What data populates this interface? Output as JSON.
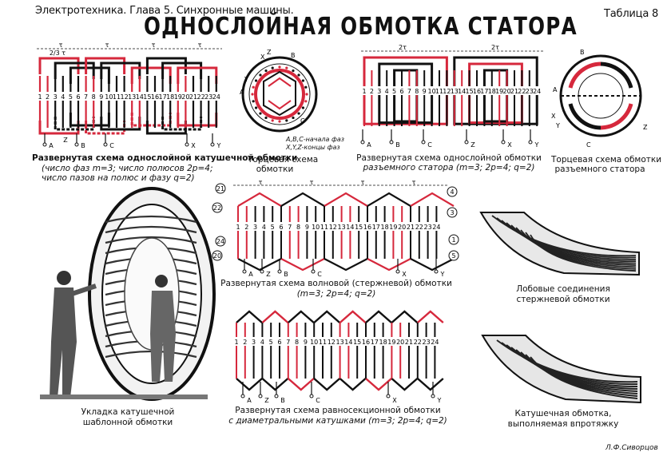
{
  "header": {
    "left": "Электротехника. Глава 5. Синхронные машины.",
    "right": "Таблица 8",
    "title": "ОДНОСЛОЙНАЯ ОБМОТКА СТАТОРА"
  },
  "fig1": {
    "caption_lines": [
      "Развернутая схема однослойной катушечной обмотки",
      "(число фаз m=3; число полюсов 2p=4;",
      "число пазов на полюс и фазу q=2)"
    ],
    "slots": [
      "1",
      "2",
      "3",
      "4",
      "5",
      "6",
      "7",
      "8",
      "9",
      "10",
      "11",
      "12",
      "13",
      "14",
      "15",
      "16",
      "17",
      "18",
      "19",
      "20",
      "21",
      "22",
      "23",
      "24"
    ],
    "terminals": [
      "A",
      "B",
      "C",
      "X",
      "Y"
    ],
    "z_label": "Z",
    "tau": "τ",
    "pitch_note": "2/3 τ"
  },
  "fig2": {
    "caption_lines": [
      "Торцевая схема",
      "обмотки"
    ],
    "labels": [
      "A",
      "B",
      "C",
      "X",
      "Y",
      "Z"
    ],
    "legend_lines": [
      "A,B,C-начала фаз",
      "X,Y,Z-концы фаз"
    ]
  },
  "fig3": {
    "caption_lines": [
      "Развернутая схема однослойной обмотки",
      "разъемного статора (m=3; 2p=4; q=2)"
    ],
    "slots": [
      "1",
      "2",
      "3",
      "4",
      "5",
      "6",
      "7",
      "8",
      "9",
      "10",
      "11",
      "12",
      "13",
      "14",
      "15",
      "16",
      "17",
      "18",
      "19",
      "20",
      "21",
      "22",
      "23",
      "24"
    ],
    "terminals": [
      "A",
      "B",
      "C",
      "Z",
      "X",
      "Y"
    ],
    "tau2": "2τ"
  },
  "fig4": {
    "caption_lines": [
      "Торцевая схема обмотки",
      "разъемного статора"
    ],
    "labels": [
      "A",
      "B",
      "C",
      "X",
      "Y",
      "Z"
    ]
  },
  "fig5": {
    "caption_lines": [
      "Укладка катушечной",
      "шаблонной обмотки"
    ]
  },
  "fig6": {
    "caption_lines": [
      "Развернутая схема волновой (стержневой) обмотки",
      "(m=3; 2p=4; q=2)"
    ],
    "slots": [
      "1",
      "2",
      "3",
      "4",
      "5",
      "6",
      "7",
      "8",
      "9",
      "10",
      "11",
      "12",
      "13",
      "14",
      "15",
      "16",
      "17",
      "18",
      "19",
      "20",
      "21",
      "22",
      "23",
      "24"
    ],
    "terminals": [
      "A",
      "Z",
      "B",
      "C",
      "X",
      "Y"
    ],
    "circle_numbers": [
      "21",
      "22",
      "24",
      "20",
      "4",
      "3",
      "1",
      "5"
    ],
    "tau": "τ"
  },
  "fig7": {
    "caption_lines": [
      "Лобовые соединения",
      "стержневой обмотки"
    ]
  },
  "fig8": {
    "caption_lines": [
      "Развернутая схема равносекционной обмотки",
      "с диаметральными катушками (m=3; 2p=4; q=2)"
    ],
    "slots": [
      "1",
      "2",
      "3",
      "4",
      "5",
      "6",
      "7",
      "8",
      "9",
      "10",
      "11",
      "12",
      "13",
      "14",
      "15",
      "16",
      "17",
      "18",
      "19",
      "20",
      "21",
      "22",
      "23",
      "24"
    ],
    "terminals": [
      "A",
      "Z",
      "B",
      "C",
      "X",
      "Y"
    ]
  },
  "fig9": {
    "caption_lines": [
      "Катушечная обмотка,",
      "выполняемая впротяжку"
    ]
  },
  "author": "Л.Ф.Сиворцов",
  "colors": {
    "red": "#d6283c",
    "black": "#111111",
    "paper": "#ffffff"
  }
}
